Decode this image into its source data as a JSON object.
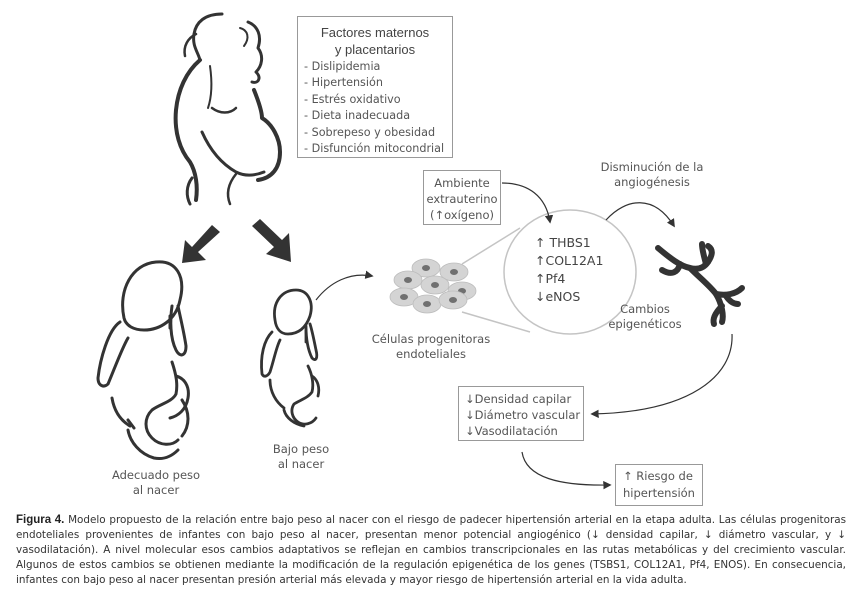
{
  "factors_box": {
    "title_line1": "Factores maternos",
    "title_line2": "y placentarios",
    "items": [
      "- Dislipidemia",
      "- Hipertensión",
      "- Estrés oxidativo",
      "- Dieta inadecuada",
      "- Sobrepeso y obesidad",
      "- Disfunción mitocondrial"
    ]
  },
  "environment_box": {
    "line1": "Ambiente",
    "line2": "extrauterino",
    "line3": "(↑oxígeno)"
  },
  "genes": [
    "↑ THBS1",
    "↑COL12A1",
    "↑Pf4",
    "↓eNOS"
  ],
  "labels": {
    "angiogenesis_line1": "Disminución de la",
    "angiogenesis_line2": "angiogénesis",
    "epigenetic_line1": "Cambios",
    "epigenetic_line2": "epigenéticos",
    "progenitor_line1": "Células progenitoras",
    "progenitor_line2": "endoteliales",
    "adequate_line1": "Adecuado peso",
    "adequate_line2": "al nacer",
    "low_line1": "Bajo peso",
    "low_line2": "al nacer"
  },
  "effects_box": [
    "↓Densidad capilar",
    "↓Diámetro vascular",
    "↓Vasodilatación"
  ],
  "risk_box": {
    "line1": "↑ Riesgo de",
    "line2": "hipertensión"
  },
  "caption": {
    "figure_label": "Figura 4.",
    "text": " Modelo propuesto de la relación entre bajo peso al nacer con el riesgo de padecer hipertensión arterial en la etapa adulta. Las células progenitoras endoteliales provenientes de infantes con bajo peso al nacer, presentan menor potencial angiogénico (↓ densidad capilar, ↓ diámetro vascular, y ↓ vasodilatación). A nivel molecular esos cambios adaptativos se reflejan en cambios transcripcionales en las rutas metabólicas y del crecimiento vascular. Algunos de estos cambios se obtienen mediante la modificación de la regulación epigenética de los genes (TSBS1, COL12A1, Pf4, ENOS). En consecuencia, infantes con bajo peso al nacer presentan presión arterial más elevada y mayor riesgo de hipertensión arterial en la vida adulta."
  },
  "colors": {
    "ink": "#333333",
    "cell_fill": "#d4d4d4",
    "cell_nucleus": "#707070",
    "box_border": "#999999"
  }
}
